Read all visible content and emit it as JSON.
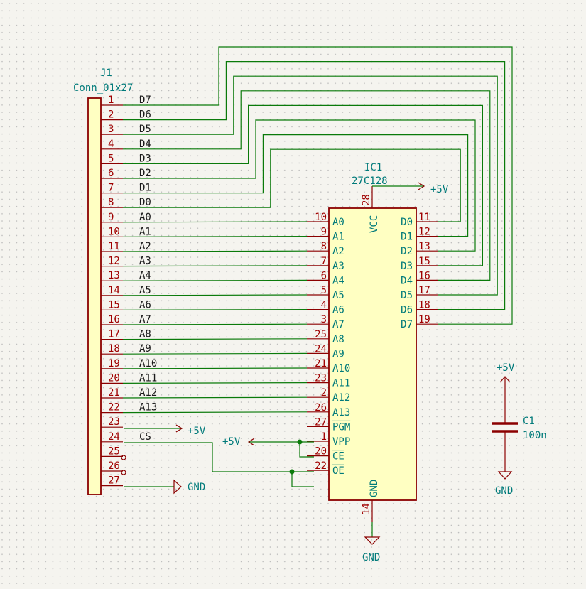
{
  "connector": {
    "ref": "J1",
    "value": "Conn_01x27",
    "pins": [
      {
        "num": "1",
        "net": "D7"
      },
      {
        "num": "2",
        "net": "D6"
      },
      {
        "num": "3",
        "net": "D5"
      },
      {
        "num": "4",
        "net": "D4"
      },
      {
        "num": "5",
        "net": "D3"
      },
      {
        "num": "6",
        "net": "D2"
      },
      {
        "num": "7",
        "net": "D1"
      },
      {
        "num": "8",
        "net": "D0"
      },
      {
        "num": "9",
        "net": "A0"
      },
      {
        "num": "10",
        "net": "A1"
      },
      {
        "num": "11",
        "net": "A2"
      },
      {
        "num": "12",
        "net": "A3"
      },
      {
        "num": "13",
        "net": "A4"
      },
      {
        "num": "14",
        "net": "A5"
      },
      {
        "num": "15",
        "net": "A6"
      },
      {
        "num": "16",
        "net": "A7"
      },
      {
        "num": "17",
        "net": "A8"
      },
      {
        "num": "18",
        "net": "A9"
      },
      {
        "num": "19",
        "net": "A10"
      },
      {
        "num": "20",
        "net": "A11"
      },
      {
        "num": "21",
        "net": "A12"
      },
      {
        "num": "22",
        "net": "A13"
      },
      {
        "num": "23",
        "net": ""
      },
      {
        "num": "24",
        "net": "CS"
      },
      {
        "num": "25",
        "net": ""
      },
      {
        "num": "26",
        "net": ""
      },
      {
        "num": "27",
        "net": ""
      }
    ]
  },
  "ic": {
    "ref": "IC1",
    "value": "27C128",
    "left_pins": [
      {
        "num": "10",
        "name": "A0"
      },
      {
        "num": "9",
        "name": "A1"
      },
      {
        "num": "8",
        "name": "A2"
      },
      {
        "num": "7",
        "name": "A3"
      },
      {
        "num": "6",
        "name": "A4"
      },
      {
        "num": "5",
        "name": "A5"
      },
      {
        "num": "4",
        "name": "A6"
      },
      {
        "num": "3",
        "name": "A7"
      },
      {
        "num": "25",
        "name": "A8"
      },
      {
        "num": "24",
        "name": "A9"
      },
      {
        "num": "21",
        "name": "A10"
      },
      {
        "num": "23",
        "name": "A11"
      },
      {
        "num": "2",
        "name": "A12"
      },
      {
        "num": "26",
        "name": "A13"
      },
      {
        "num": "27",
        "name": "PGM"
      },
      {
        "num": "1",
        "name": "VPP"
      },
      {
        "num": "20",
        "name": "CE"
      },
      {
        "num": "22",
        "name": "OE"
      }
    ],
    "right_pins": [
      {
        "num": "11",
        "name": "D0"
      },
      {
        "num": "12",
        "name": "D1"
      },
      {
        "num": "13",
        "name": "D2"
      },
      {
        "num": "15",
        "name": "D3"
      },
      {
        "num": "16",
        "name": "D4"
      },
      {
        "num": "17",
        "name": "D5"
      },
      {
        "num": "18",
        "name": "D6"
      },
      {
        "num": "19",
        "name": "D7"
      }
    ],
    "vcc": {
      "num": "28",
      "name": "VCC"
    },
    "gnd": {
      "num": "14",
      "name": "GND"
    }
  },
  "capacitor": {
    "ref": "C1",
    "value": "100n"
  },
  "power": {
    "plus5v": "+5V",
    "gnd": "GND"
  }
}
